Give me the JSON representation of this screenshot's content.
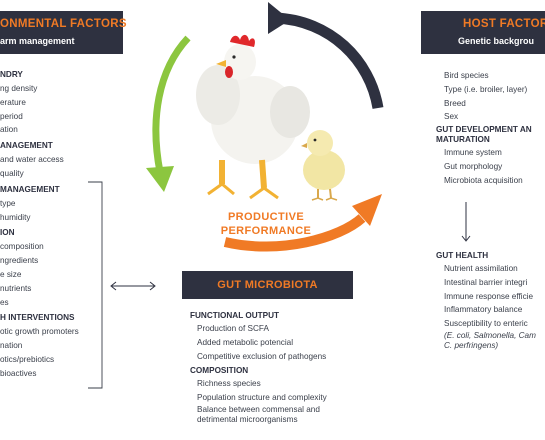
{
  "env": {
    "title": "ONMENTAL FACTORS",
    "subtitle": "arm management",
    "lines": [
      {
        "kind": "h",
        "text": "NDRY"
      },
      {
        "kind": "i",
        "text": "ng density"
      },
      {
        "kind": "i",
        "text": "erature"
      },
      {
        "kind": "i",
        "text": "period"
      },
      {
        "kind": "i",
        "text": "ation"
      },
      {
        "kind": "h",
        "text": "ANAGEMENT"
      },
      {
        "kind": "i",
        "text": "and water access"
      },
      {
        "kind": "i",
        "text": "quality"
      },
      {
        "kind": "h",
        "text": " MANAGEMENT"
      },
      {
        "kind": "i",
        "text": "type"
      },
      {
        "kind": "i",
        "text": "humidity"
      },
      {
        "kind": "h",
        "text": "ION"
      },
      {
        "kind": "i",
        "text": "composition"
      },
      {
        "kind": "i",
        "text": "ngredients"
      },
      {
        "kind": "i",
        "text": "e size"
      },
      {
        "kind": "i",
        "text": "nutrients"
      },
      {
        "kind": "i",
        "text": "es"
      },
      {
        "kind": "h",
        "text": "H INTERVENTIONS"
      },
      {
        "kind": "i",
        "text": "otic growth promoters"
      },
      {
        "kind": "i",
        "text": "nation"
      },
      {
        "kind": "i",
        "text": "otics/prebiotics"
      },
      {
        "kind": "i",
        "text": "bioactives"
      }
    ]
  },
  "host": {
    "title": "HOST FACTORS",
    "subtitle": "Genetic backgrou",
    "lines": [
      {
        "kind": "i",
        "text": "Bird species"
      },
      {
        "kind": "i",
        "text": "Type (i.e. broiler, layer)"
      },
      {
        "kind": "i",
        "text": "Breed"
      },
      {
        "kind": "i",
        "text": "Sex"
      },
      {
        "kind": "h",
        "text": "GUT DEVELOPMENT AN"
      },
      {
        "kind": "h",
        "text": "MATURATION"
      },
      {
        "kind": "i",
        "text": "Immune system"
      },
      {
        "kind": "i",
        "text": "Gut morphology"
      },
      {
        "kind": "i",
        "text": "Microbiota acquisition"
      }
    ],
    "health_heading": "GUT HEALTH",
    "health_lines": [
      "Nutrient assimilation",
      "Intestinal barrier integri",
      "Immune response efficie",
      "Inflammatory balance",
      "Susceptibility to enteric"
    ],
    "health_italic": [
      "(E. coli, Salmonella, Cam",
      "C. perfringens)"
    ]
  },
  "center": {
    "productive": [
      "PRODUCTIVE",
      "PERFORMANCE"
    ]
  },
  "micro": {
    "title": "GUT MICROBIOTA",
    "func_heading": "FUNCTIONAL OUTPUT",
    "func_items": [
      "Production of SCFA",
      "Added metabolic potencial",
      "Competitive exclusion of pathogens"
    ],
    "comp_heading": "COMPOSITION",
    "comp_items": [
      "Richness species",
      "Population structure and complexity",
      "Balance between commensal and",
      "detrimental microorganisms"
    ]
  },
  "colors": {
    "dark_box": "#2e3140",
    "orange": "#f07a25",
    "green": "#8cc63f",
    "navy_arrow": "#2e3140"
  }
}
